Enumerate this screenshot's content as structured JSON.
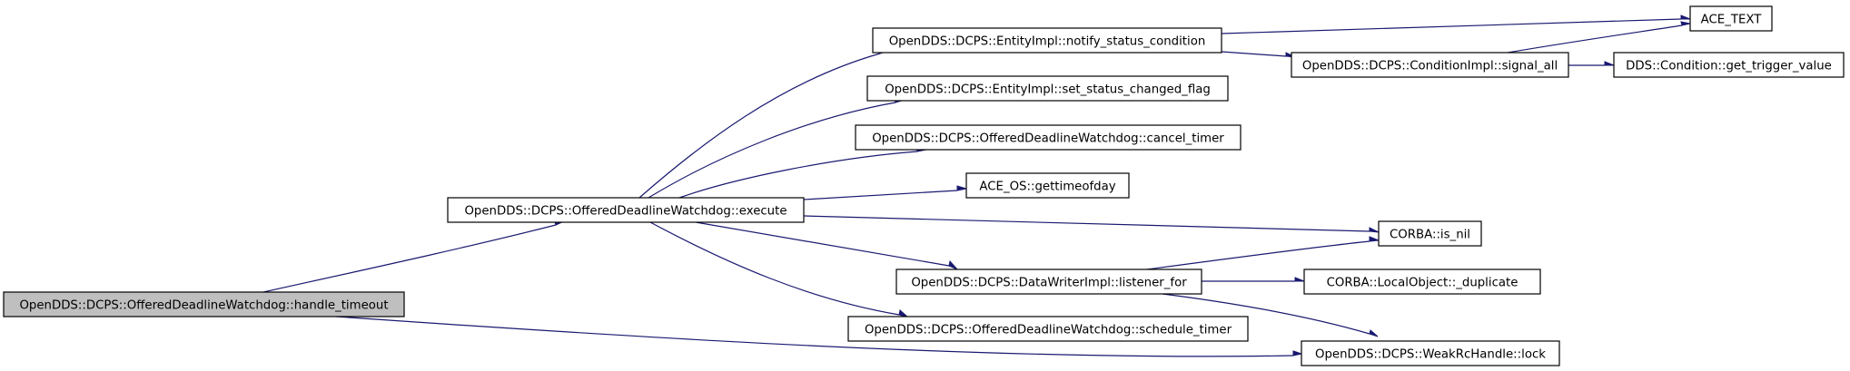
{
  "diagram": {
    "type": "call-graph",
    "edge_color": "#191970",
    "root_fill": "#bfbfbf",
    "nodes": [
      {
        "id": "n0",
        "label": "OpenDDS::DCPS::OfferedDeadlineWatchdog::handle_timeout",
        "root": true
      },
      {
        "id": "n1",
        "label": "OpenDDS::DCPS::OfferedDeadlineWatchdog::execute"
      },
      {
        "id": "n2",
        "label": "OpenDDS::DCPS::WeakRcHandle::lock"
      },
      {
        "id": "n3",
        "label": "OpenDDS::DCPS::EntityImpl::notify_status_condition"
      },
      {
        "id": "n4",
        "label": "OpenDDS::DCPS::EntityImpl::set_status_changed_flag"
      },
      {
        "id": "n5",
        "label": "OpenDDS::DCPS::OfferedDeadlineWatchdog::cancel_timer"
      },
      {
        "id": "n6",
        "label": "ACE_OS::gettimeofday"
      },
      {
        "id": "n7",
        "label": "CORBA::is_nil"
      },
      {
        "id": "n8",
        "label": "OpenDDS::DCPS::DataWriterImpl::listener_for"
      },
      {
        "id": "n9",
        "label": "OpenDDS::DCPS::OfferedDeadlineWatchdog::schedule_timer"
      },
      {
        "id": "n10",
        "label": "ACE_TEXT"
      },
      {
        "id": "n11",
        "label": "OpenDDS::DCPS::ConditionImpl::signal_all"
      },
      {
        "id": "n12",
        "label": "DDS::Condition::get_trigger_value"
      },
      {
        "id": "n13",
        "label": "CORBA::LocalObject::_duplicate"
      }
    ],
    "edges": [
      {
        "from": "n0",
        "to": "n1"
      },
      {
        "from": "n0",
        "to": "n2"
      },
      {
        "from": "n1",
        "to": "n3"
      },
      {
        "from": "n1",
        "to": "n4"
      },
      {
        "from": "n1",
        "to": "n5"
      },
      {
        "from": "n1",
        "to": "n6"
      },
      {
        "from": "n1",
        "to": "n7"
      },
      {
        "from": "n1",
        "to": "n8"
      },
      {
        "from": "n1",
        "to": "n9"
      },
      {
        "from": "n3",
        "to": "n10"
      },
      {
        "from": "n3",
        "to": "n11"
      },
      {
        "from": "n11",
        "to": "n10"
      },
      {
        "from": "n11",
        "to": "n12"
      },
      {
        "from": "n8",
        "to": "n7"
      },
      {
        "from": "n8",
        "to": "n13"
      },
      {
        "from": "n8",
        "to": "n2"
      }
    ]
  }
}
